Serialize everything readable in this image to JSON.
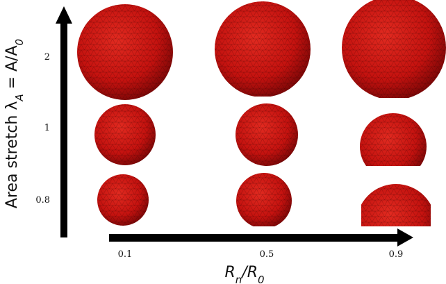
{
  "figure": {
    "y_axis_title": "Area stretch  λ_A = A/A_0",
    "x_axis_title": "R_n/R_0",
    "y_ticks": [
      "2",
      "1",
      "0.8"
    ],
    "x_ticks": [
      "0.1",
      "0.5",
      "0.9"
    ]
  },
  "colors": {
    "sphere_fill": "#c4120f",
    "sphere_highlight": "#e12a20",
    "sphere_shadow": "#7a0707",
    "mesh_line": "#2a0000",
    "axis_arrow": "#000000"
  },
  "grid": {
    "rows": [
      {
        "lambda_label": "2",
        "cells": [
          {
            "rn_label": "0.1",
            "shape": "sphere"
          },
          {
            "rn_label": "0.5",
            "shape": "sphere-truncated"
          },
          {
            "rn_label": "0.9",
            "shape": "sphere-truncated"
          }
        ]
      },
      {
        "lambda_label": "1",
        "cells": [
          {
            "rn_label": "0.1",
            "shape": "sphere"
          },
          {
            "rn_label": "0.5",
            "shape": "sphere-truncated"
          },
          {
            "rn_label": "0.9",
            "shape": "sphere-truncated"
          }
        ]
      },
      {
        "lambda_label": "0.8",
        "cells": [
          {
            "rn_label": "0.1",
            "shape": "sphere"
          },
          {
            "rn_label": "0.5",
            "shape": "sphere-truncated"
          },
          {
            "rn_label": "0.9",
            "shape": "hemisphere"
          }
        ]
      }
    ]
  }
}
